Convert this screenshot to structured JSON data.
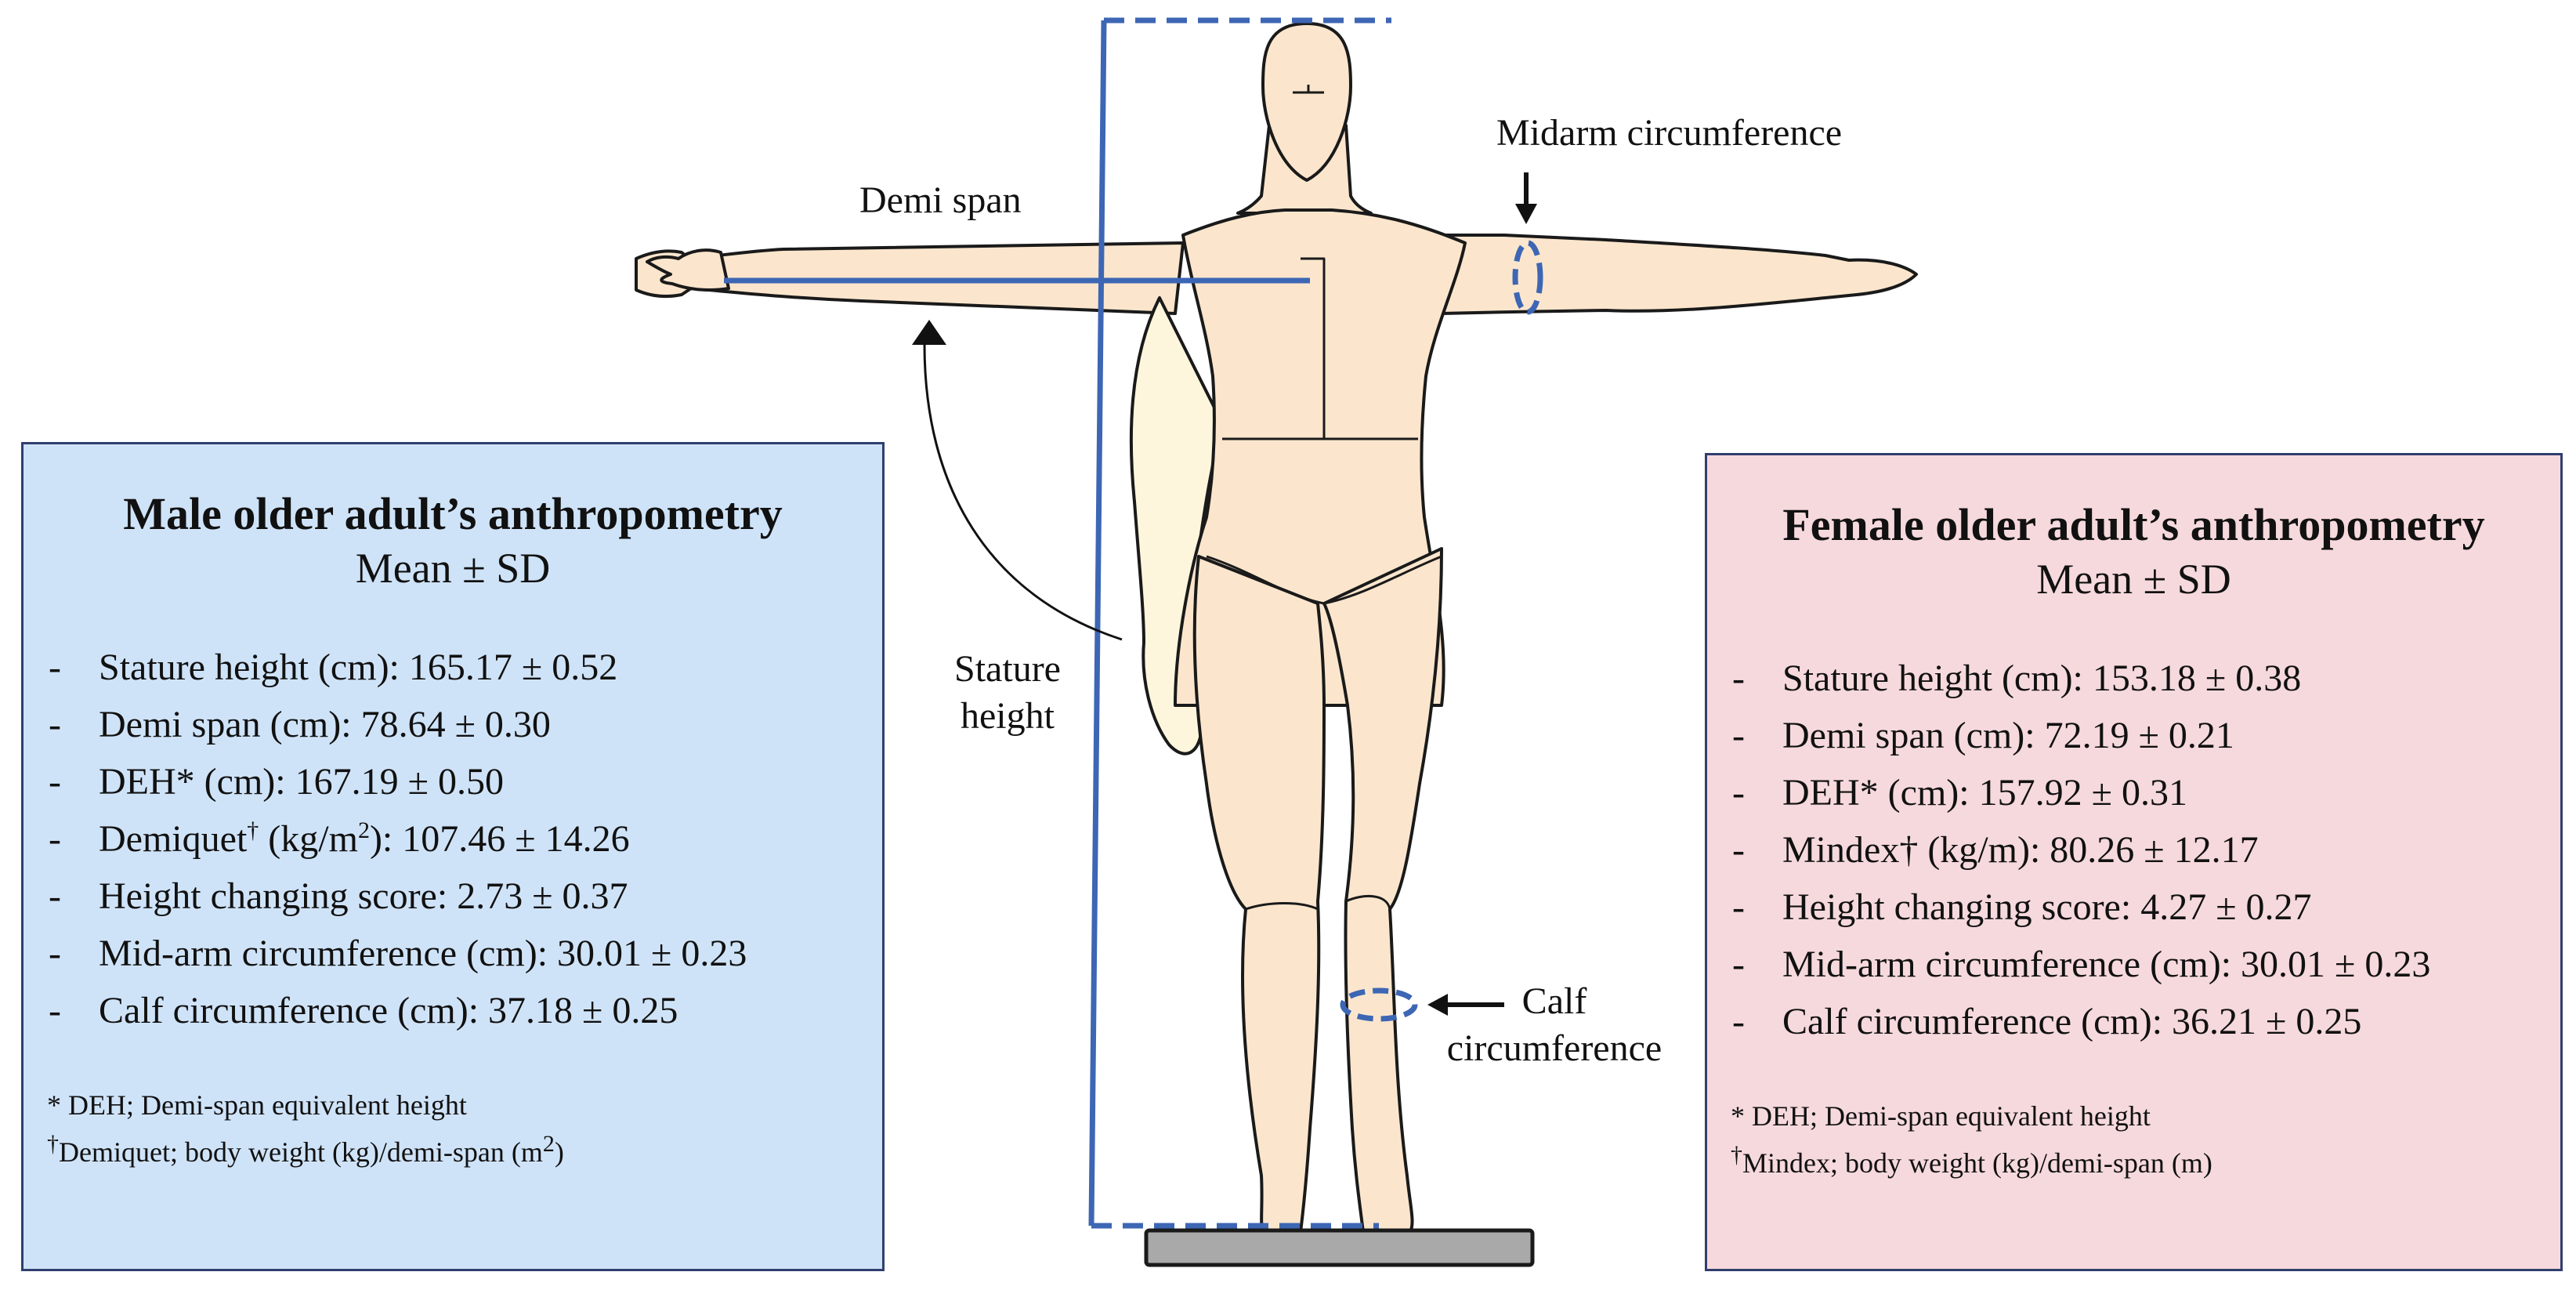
{
  "labels": {
    "demi_span": "Demi span",
    "midarm": "Midarm circumference",
    "stature_line1": "Stature",
    "stature_line2": "height",
    "calf_line1": "Calf",
    "calf_line2": "circumference"
  },
  "male_panel": {
    "title": "Male older adult’s anthropometry",
    "subtitle": "Mean ± SD",
    "items": [
      "Stature height (cm): 165.17 ± 0.52",
      "Demi span (cm): 78.64 ± 0.30",
      "DEH* (cm): 167.19 ± 0.50",
      {
        "pre": "Demiquet",
        "sup1": "†",
        "mid": " (kg/m",
        "sup2": "2",
        "post": "): 107.46 ± 14.26"
      },
      "Height changing score: 2.73 ± 0.37",
      "Mid-arm circumference (cm): 30.01 ± 0.23",
      "Calf circumference (cm): 37.18 ± 0.25"
    ],
    "note1": "* DEH; Demi-span equivalent height",
    "note2": {
      "sup": "†",
      "pre": "Demiquet; body weight (kg)/demi-span (m",
      "sup2": "2",
      "post": ")"
    }
  },
  "female_panel": {
    "title": "Female older adult’s anthropometry",
    "subtitle": "Mean ± SD",
    "items": [
      "Stature height (cm): 153.18 ± 0.38",
      "Demi span (cm): 72.19 ± 0.21",
      "DEH* (cm): 157.92 ± 0.31",
      "Mindex† (kg/m): 80.26 ± 12.17",
      "Height changing score:  4.27 ± 0.27",
      "Mid-arm circumference (cm): 30.01 ± 0.23",
      "Calf circumference (cm): 36.21 ± 0.25"
    ],
    "note1": "* DEH; Demi-span equivalent height",
    "note2": {
      "sup": "†",
      "text": "Mindex; body weight (kg)/demi-span (m)"
    }
  },
  "colors": {
    "skin": "#fbe6cd",
    "outline": "#1a1a1a",
    "measure_blue": "#3d66b4",
    "male_bg": "#cfe3f8",
    "female_bg": "#f6d9dd",
    "panel_border": "#2f3f6e",
    "platform": "#a9a9a9"
  }
}
